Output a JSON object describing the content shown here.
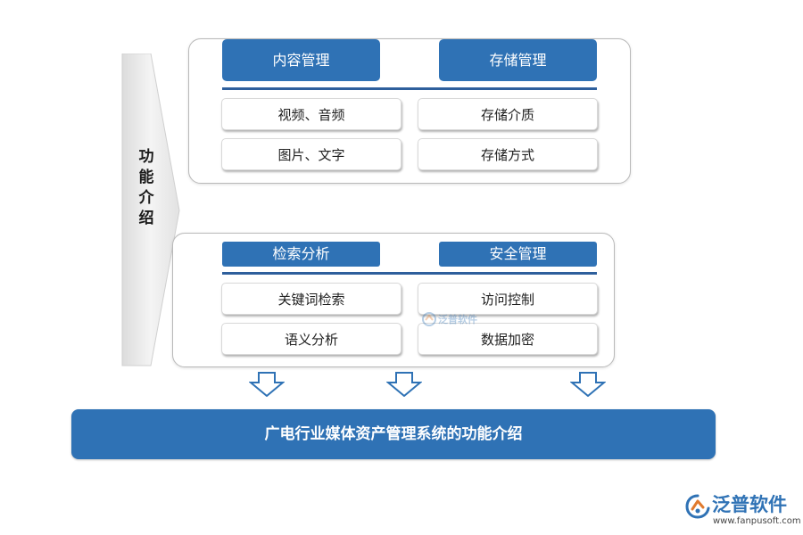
{
  "side_label": "功能介绍",
  "groups": [
    {
      "headers": [
        "内容管理",
        "存储管理"
      ],
      "left_items": [
        "视频、音频",
        "图片、文字"
      ],
      "right_items": [
        "存储介质",
        "存储方式"
      ]
    },
    {
      "headers": [
        "检索分析",
        "安全管理"
      ],
      "left_items": [
        "关键词检索",
        "语义分析"
      ],
      "right_items": [
        "访问控制",
        "数据加密"
      ]
    }
  ],
  "bottom_title": "广电行业媒体资产管理系统的功能介绍",
  "watermark": "泛普软件",
  "brand": {
    "name": "泛普软件",
    "url": "www.fanpusoft.com"
  },
  "colors": {
    "header_blue": "#2f72b5",
    "divider_blue": "#2e5f9c",
    "arrow_gray": "#e7e7e7"
  }
}
